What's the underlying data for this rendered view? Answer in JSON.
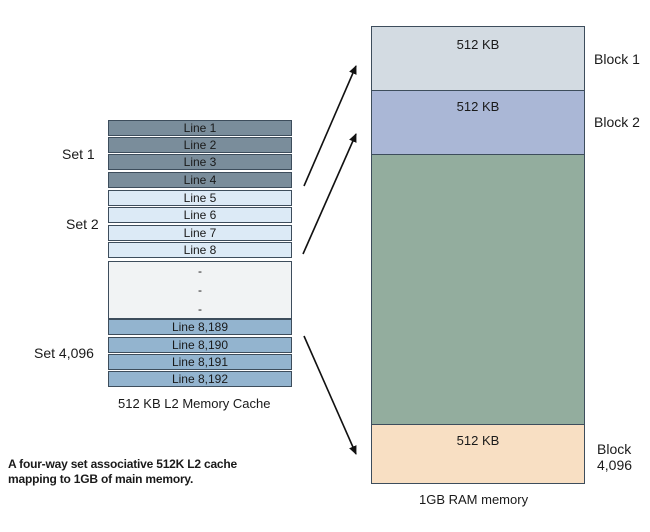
{
  "cache": {
    "sets": [
      {
        "label": "Set 1",
        "lines": [
          "Line 1",
          "Line 2",
          "Line 3",
          "Line 4"
        ]
      },
      {
        "label": "Set 2",
        "lines": [
          "Line 5",
          "Line 6",
          "Line 7",
          "Line 8"
        ]
      },
      {
        "label": "Set 4,096",
        "lines": [
          "Line 8,189",
          "Line 8,190",
          "Line 8,191",
          "Line 8,192"
        ]
      }
    ],
    "ellipsis": [
      "-",
      "-",
      "-"
    ],
    "caption": "512 KB L2 Memory Cache"
  },
  "ram": {
    "blocks": [
      {
        "size": "512 KB",
        "label": "Block 1"
      },
      {
        "size": "512 KB",
        "label": "Block 2"
      },
      {
        "size": "512 KB",
        "label": "Block",
        "label2": "4,096"
      }
    ],
    "caption": "1GB RAM memory"
  },
  "note": {
    "line1": "A four-way set associative 512K L2 cache",
    "line2": "mapping to 1GB of main memory."
  },
  "colors": {
    "set1": "#7a8d9b",
    "set2": "#dceaf6",
    "set_last": "#93b4cf",
    "block1": "#d3dbe2",
    "block2": "#aab7d6",
    "middle": "#93ad9e",
    "block_last": "#f8dfc3"
  }
}
